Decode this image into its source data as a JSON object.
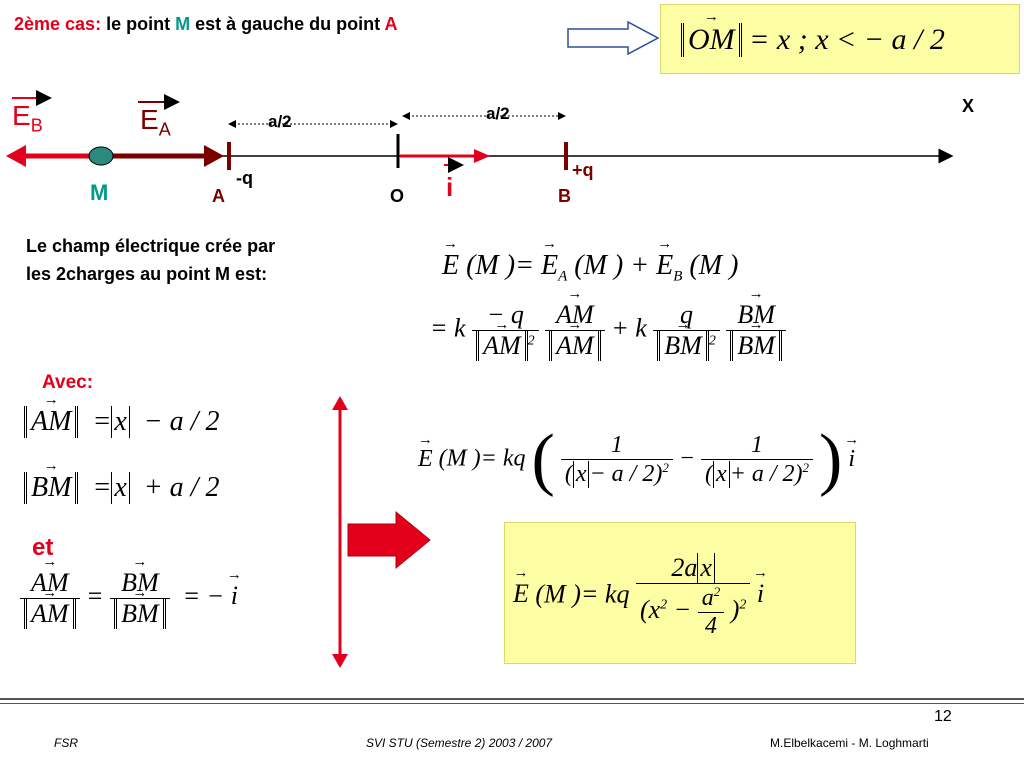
{
  "title": {
    "prefix": "2ème cas:",
    "mid1": " le point ",
    "point_m": "M",
    "mid2": " est à gauche du point ",
    "point_a": "A"
  },
  "top_formula": {
    "lhs": "OM",
    "rhs": "= x ; x < − a / 2"
  },
  "diagram": {
    "eb_label": "E",
    "eb_sub": "B",
    "ea_label": "E",
    "ea_sub": "A",
    "m_label": "M",
    "half1": "a/2",
    "half2": "a/2",
    "x_axis": "X",
    "charge_a": "-q",
    "point_a": "A",
    "point_o": "O",
    "unit_i": "i",
    "charge_b": "+q",
    "point_b": "B"
  },
  "text_intro": {
    "line1": "Le champ électrique crée par",
    "line2": "les 2charges au point M est:"
  },
  "avec_label": "Avec:",
  "et_label": "et",
  "page_number": "12",
  "footer": {
    "left": "FSR",
    "center": "SVI STU  (Semestre 2) 2003 / 2007",
    "right": "M.Elbelkacemi - M. Loghmarti"
  },
  "colors": {
    "red": "#e3001b",
    "dark_red": "#7a0000",
    "teal": "#009a8a",
    "yellow_box": "#fdfda4"
  }
}
